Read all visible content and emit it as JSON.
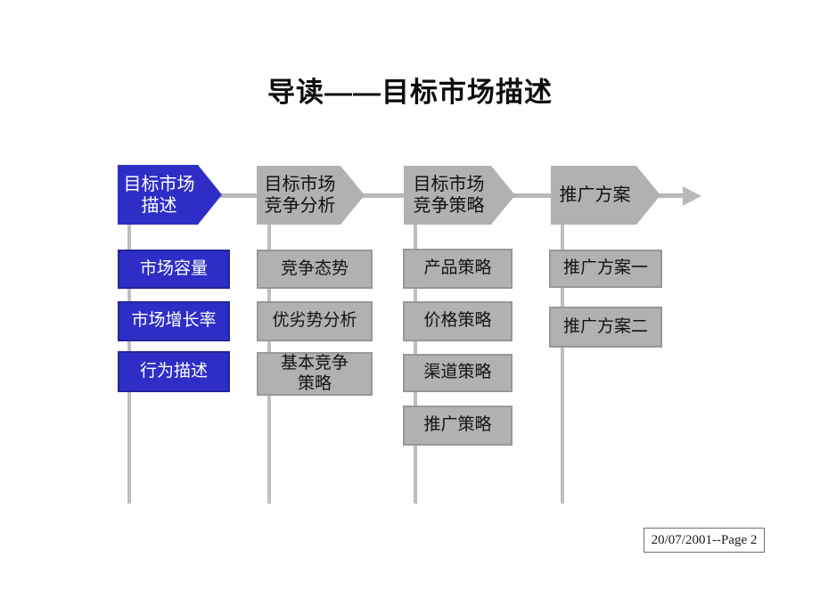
{
  "title": "导读——目标市场描述",
  "footer": {
    "page_label": "20/07/2001--Page 2"
  },
  "colors": {
    "accent_blue": "#2e2ec7",
    "gray_fill": "#b1b1b1",
    "gray_border": "#989898",
    "connector_gray": "#bfbfbf"
  },
  "flow": {
    "columns": [
      {
        "id": "target-market-description",
        "header": "目标市场\n描述",
        "highlighted": true,
        "items": [
          "市场容量",
          "市场增长率",
          "行为描述"
        ]
      },
      {
        "id": "target-market-competition-analysis",
        "header": "目标市场\n竞争分析",
        "highlighted": false,
        "items": [
          "竞争态势",
          "优劣势分析",
          "基本竞争\n策略"
        ]
      },
      {
        "id": "target-market-competition-strategy",
        "header": "目标市场\n竞争策略",
        "highlighted": false,
        "items": [
          "产品策略",
          "价格策略",
          "渠道策略",
          "推广策略"
        ]
      },
      {
        "id": "promotion-plan",
        "header": "推广方案",
        "highlighted": false,
        "items": [
          "推广方案一",
          "推广方案二"
        ]
      }
    ]
  }
}
